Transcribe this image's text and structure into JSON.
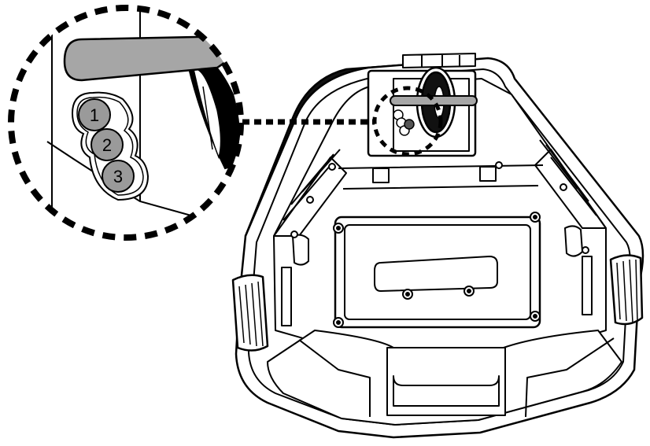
{
  "colors": {
    "line": "#000000",
    "body_fill": "#ffffff",
    "handle_gray": "#a6a6a6",
    "slot_gray": "#9a9a9a",
    "dark_shell": "#111111"
  },
  "callout": {
    "slot_labels": [
      "1",
      "2",
      "3"
    ],
    "icons": [
      "adjustment-bar-icon",
      "wheel-icon"
    ]
  }
}
